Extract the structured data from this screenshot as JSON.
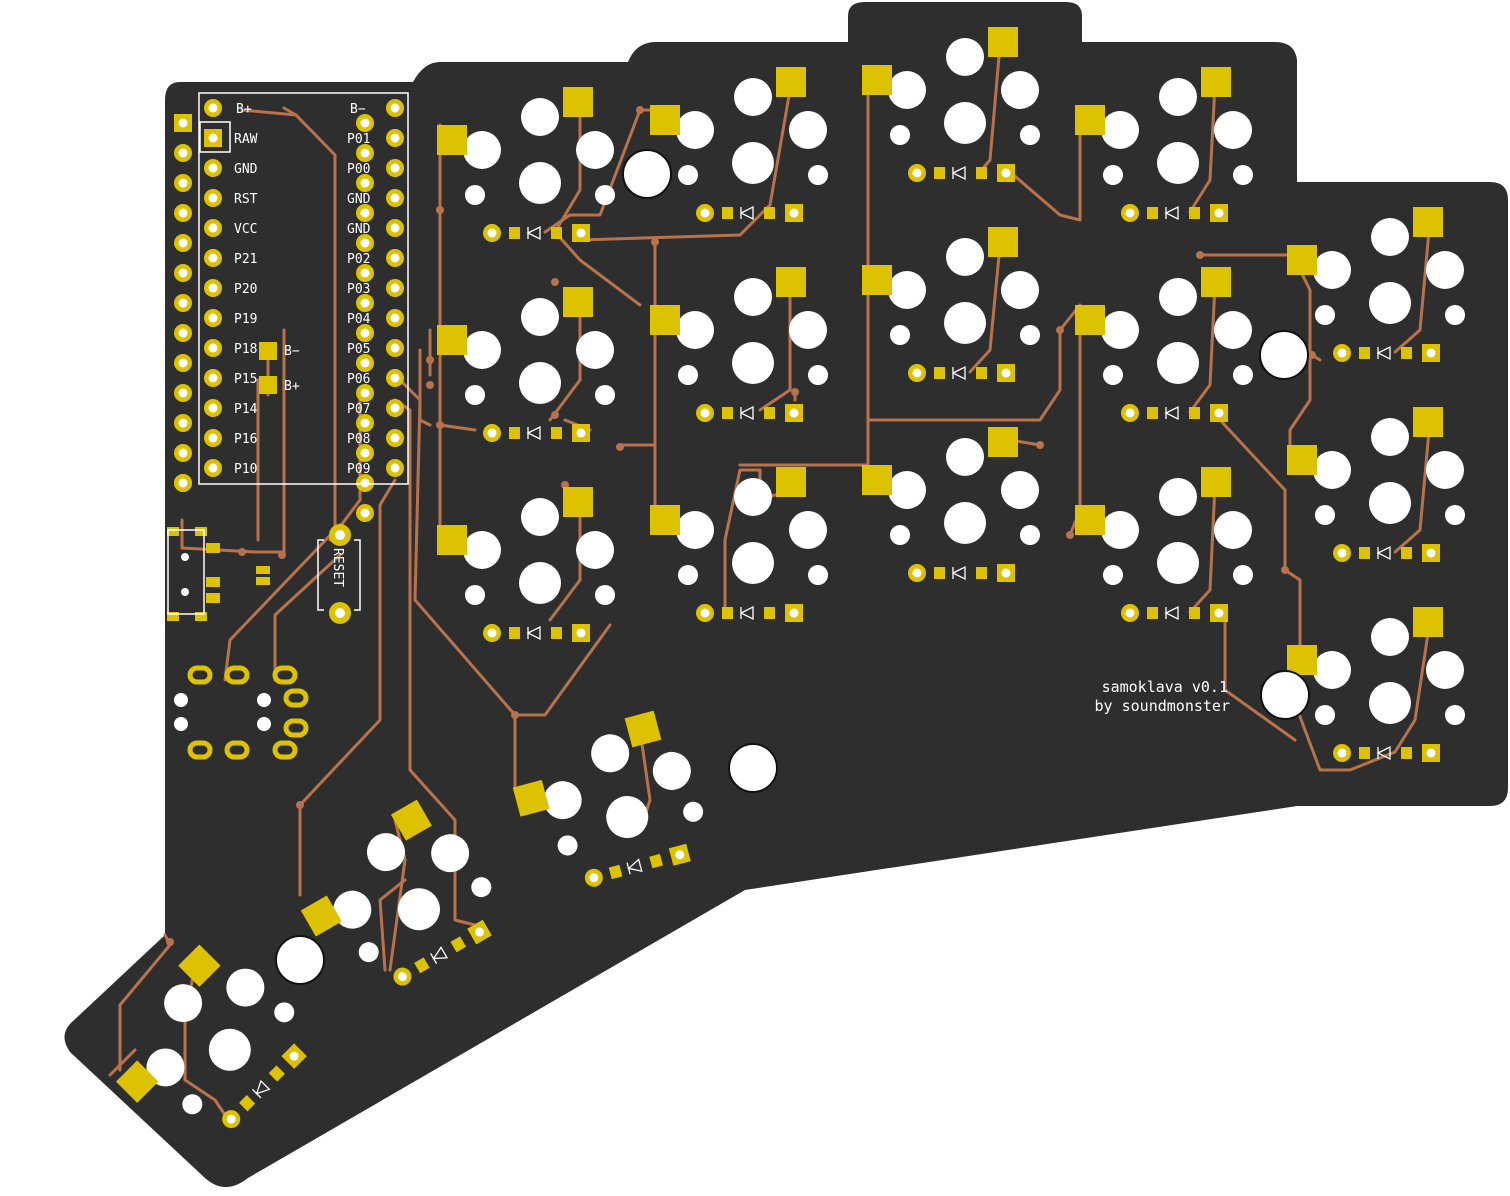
{
  "board": {
    "credit_line1": "samoklava v0.1",
    "credit_line2": "by soundmonster",
    "reset_label": "RESET",
    "pin_labels_left": [
      "RAW",
      "GND",
      "RST",
      "VCC",
      "P21",
      "P20",
      "P19",
      "P18",
      "P15",
      "P14",
      "P16",
      "P10"
    ],
    "pin_labels_right": [
      "P01",
      "P00",
      "GND",
      "GND",
      "P02",
      "P03",
      "P04",
      "P05",
      "P06",
      "P07",
      "P08",
      "P09"
    ],
    "top_left_label": "B+",
    "top_right_label": "B−",
    "batt_neg_label": "B−",
    "batt_pos_label": "B+"
  },
  "colors": {
    "board": "#2e2e2e",
    "copper": "#b8734c",
    "pad": "#dcc200",
    "silk": "#ffffff"
  },
  "icons": {
    "diode": "diode-icon",
    "mounting_hole": "mounting-hole-icon"
  }
}
